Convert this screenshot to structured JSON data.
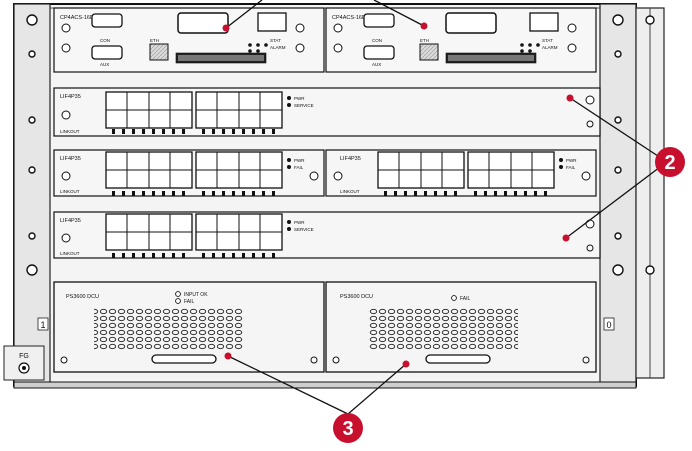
{
  "chassis": {
    "rack_numbers": [
      "1",
      "0"
    ],
    "left_foot_label": "FG"
  },
  "control_cards": [
    {
      "name": "CP4ACS-16D",
      "labels": [
        "ETH",
        "CON",
        "AUX",
        "STAT",
        "ALARM"
      ]
    },
    {
      "name": "CP4ACS-16D",
      "labels": [
        "ETH",
        "CON",
        "AUX",
        "STAT",
        "ALARM"
      ]
    }
  ],
  "line_cards": [
    {
      "name": "LIF4P35",
      "led_labels": [
        "PWR",
        "SERVICE"
      ],
      "bottom_label": "LINKOUT"
    },
    {
      "name": "LIF4P35",
      "led_labels": [
        "PWR",
        "FAIL"
      ],
      "bottom_label": "LINKOUT"
    },
    {
      "name": "LIF4P35",
      "led_labels": [
        "PWR",
        "FAIL"
      ],
      "bottom_label": "LINKOUT"
    },
    {
      "name": "LIF4P35",
      "led_labels": [
        "PWR",
        "SERVICE"
      ],
      "bottom_label": "LINKOUT"
    }
  ],
  "power_units": [
    {
      "name": "PS3600 DCU",
      "indicators": [
        "INPUT OK",
        "FAIL"
      ]
    },
    {
      "name": "PS3600 DCU",
      "indicators": [
        "FAIL"
      ]
    }
  ],
  "callouts": [
    {
      "number": "2",
      "color": "#c8102e"
    },
    {
      "number": "3",
      "color": "#c8102e"
    }
  ]
}
